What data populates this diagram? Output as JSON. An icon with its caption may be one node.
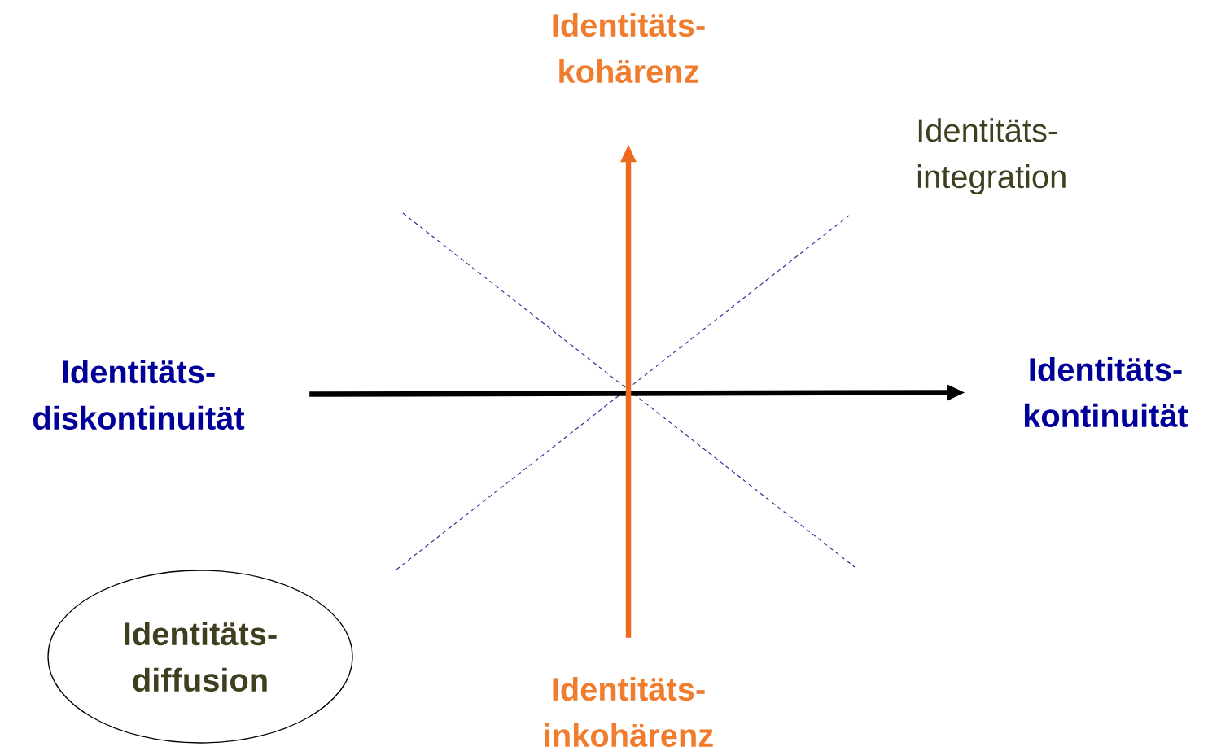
{
  "diagram": {
    "nodes": [
      {
        "text": [
          "Identitäts- kohärenz"
        ]
      },
      {
        "text": [
          "Identitäts- diskontinuität"
        ]
      },
      {
        "text": [
          "Identitäts- kontinuität"
        ]
      },
      {
        "text": [
          "Identitäts- diffusion"
        ]
      },
      {
        "text": [
          "Identitäts- inkohärenz"
        ]
      }
    ],
    "edges": [
      {
        "from": 1,
        "to": 2,
        "arrow": "to"
      },
      {
        "from": 4,
        "to": 0,
        "arrow": "to",
        "color": "#ee6a1f"
      }
    ],
    "labels": [
      "Identitäts- integration"
    ]
  }
}
